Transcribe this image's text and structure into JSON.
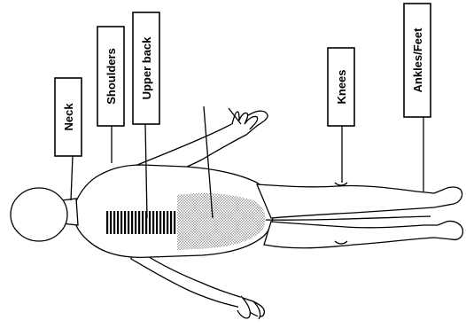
{
  "labels": {
    "neck": "Neck",
    "shoulders": "Shoulders",
    "upper_back": "Upper back",
    "knees": "Knees",
    "ankles_feet": "Ankles/Feet"
  },
  "colors": {
    "ink": "#000000",
    "background": "#ffffff",
    "stipple_light": "#b5b5b5",
    "stipple_dark": "#7a7a7a"
  }
}
